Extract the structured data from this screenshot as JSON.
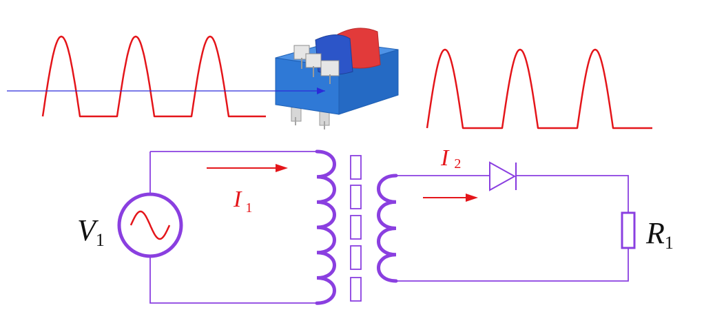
{
  "colors": {
    "waveform": "#e4151a",
    "circuit": "#8a3fe0",
    "arrow": "#e4151a",
    "guide_line": "#2b2bd9",
    "label_black": "#111111",
    "label_red": "#e4151a",
    "bobbin_blue": "#2f79d6",
    "winding_red": "#e23a3a",
    "winding_blue": "#2c55c8"
  },
  "labels": {
    "v1": {
      "main": "V",
      "sub": "1"
    },
    "r1": {
      "main": "R",
      "sub": "1"
    },
    "i1": {
      "main": "I",
      "sub": "1"
    },
    "i2": {
      "main": "I",
      "sub": "2"
    }
  },
  "icons": {
    "transformer": "transformer-photo-icon",
    "source": "ac-source-icon",
    "diode": "diode-icon",
    "resistor": "resistor-icon"
  },
  "waveforms": {
    "input": {
      "kind": "half-wave-rectified",
      "pulses": 3
    },
    "output": {
      "kind": "half-wave-rectified",
      "pulses": 3
    }
  }
}
